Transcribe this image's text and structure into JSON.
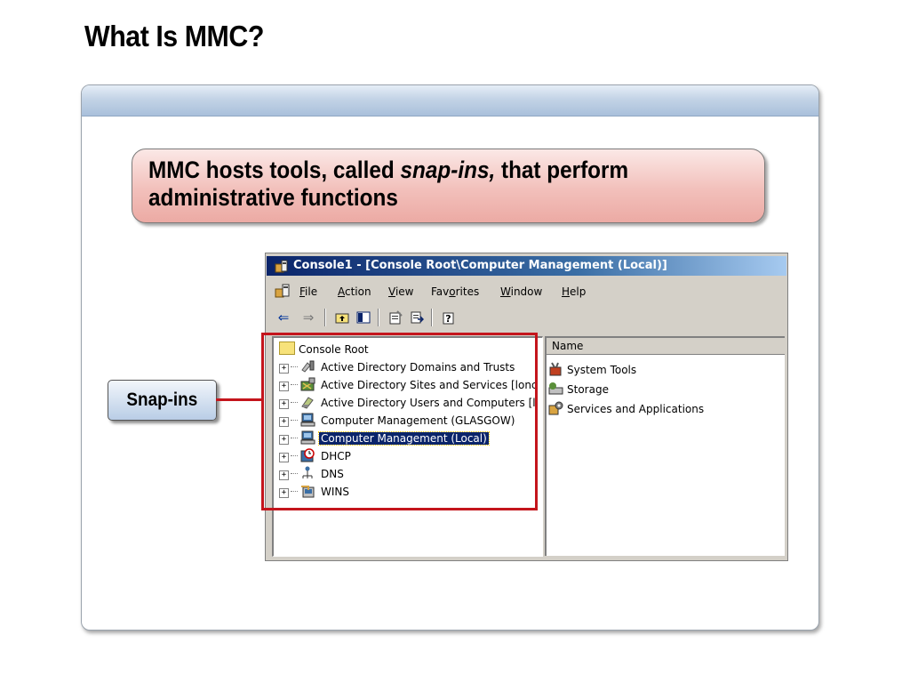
{
  "slide": {
    "title": "What Is MMC?",
    "callout_part1": "MMC hosts tools, called ",
    "callout_italic": "snap-ins,",
    "callout_part2": " that perform",
    "callout_line2": "administrative functions",
    "snapin_label": "Snap-ins"
  },
  "window": {
    "title": "Console1 - [Console Root\\Computer Management (Local)]",
    "menu": [
      {
        "pre": "",
        "ul": "F",
        "post": "ile"
      },
      {
        "pre": "",
        "ul": "A",
        "post": "ction"
      },
      {
        "pre": "",
        "ul": "V",
        "post": "iew"
      },
      {
        "pre": "Fav",
        "ul": "o",
        "post": "rites"
      },
      {
        "pre": "",
        "ul": "W",
        "post": "indow"
      },
      {
        "pre": "",
        "ul": "H",
        "post": "elp"
      }
    ],
    "toolbar": [
      "back-arrow-icon",
      "forward-arrow-icon",
      "up-folder-icon",
      "show-hide-tree-icon",
      "properties-icon",
      "export-list-icon",
      "help-icon"
    ]
  },
  "tree": {
    "root": "Console Root",
    "nodes": [
      {
        "label": "Active Directory Domains and Trusts",
        "icon": "domains-trusts-icon"
      },
      {
        "label": "Active Directory Sites and Services [lonc",
        "icon": "sites-services-icon"
      },
      {
        "label": "Active Directory Users and Computers [l",
        "icon": "users-computers-icon"
      },
      {
        "label": "Computer Management (GLASGOW)",
        "icon": "computer-management-icon"
      },
      {
        "label": "Computer Management (Local)",
        "icon": "computer-management-icon",
        "selected": true
      },
      {
        "label": "DHCP",
        "icon": "dhcp-icon"
      },
      {
        "label": "DNS",
        "icon": "dns-icon"
      },
      {
        "label": "WINS",
        "icon": "wins-icon"
      }
    ]
  },
  "list": {
    "column": "Name",
    "items": [
      {
        "label": "System Tools",
        "icon": "system-tools-icon"
      },
      {
        "label": "Storage",
        "icon": "storage-icon"
      },
      {
        "label": "Services and Applications",
        "icon": "services-applications-icon"
      }
    ]
  },
  "colors": {
    "accent_red": "#c4151c",
    "title_bar": "#0a246a",
    "callout_fill": "#f2c0bb",
    "tag_fill": "#b9cde6"
  }
}
